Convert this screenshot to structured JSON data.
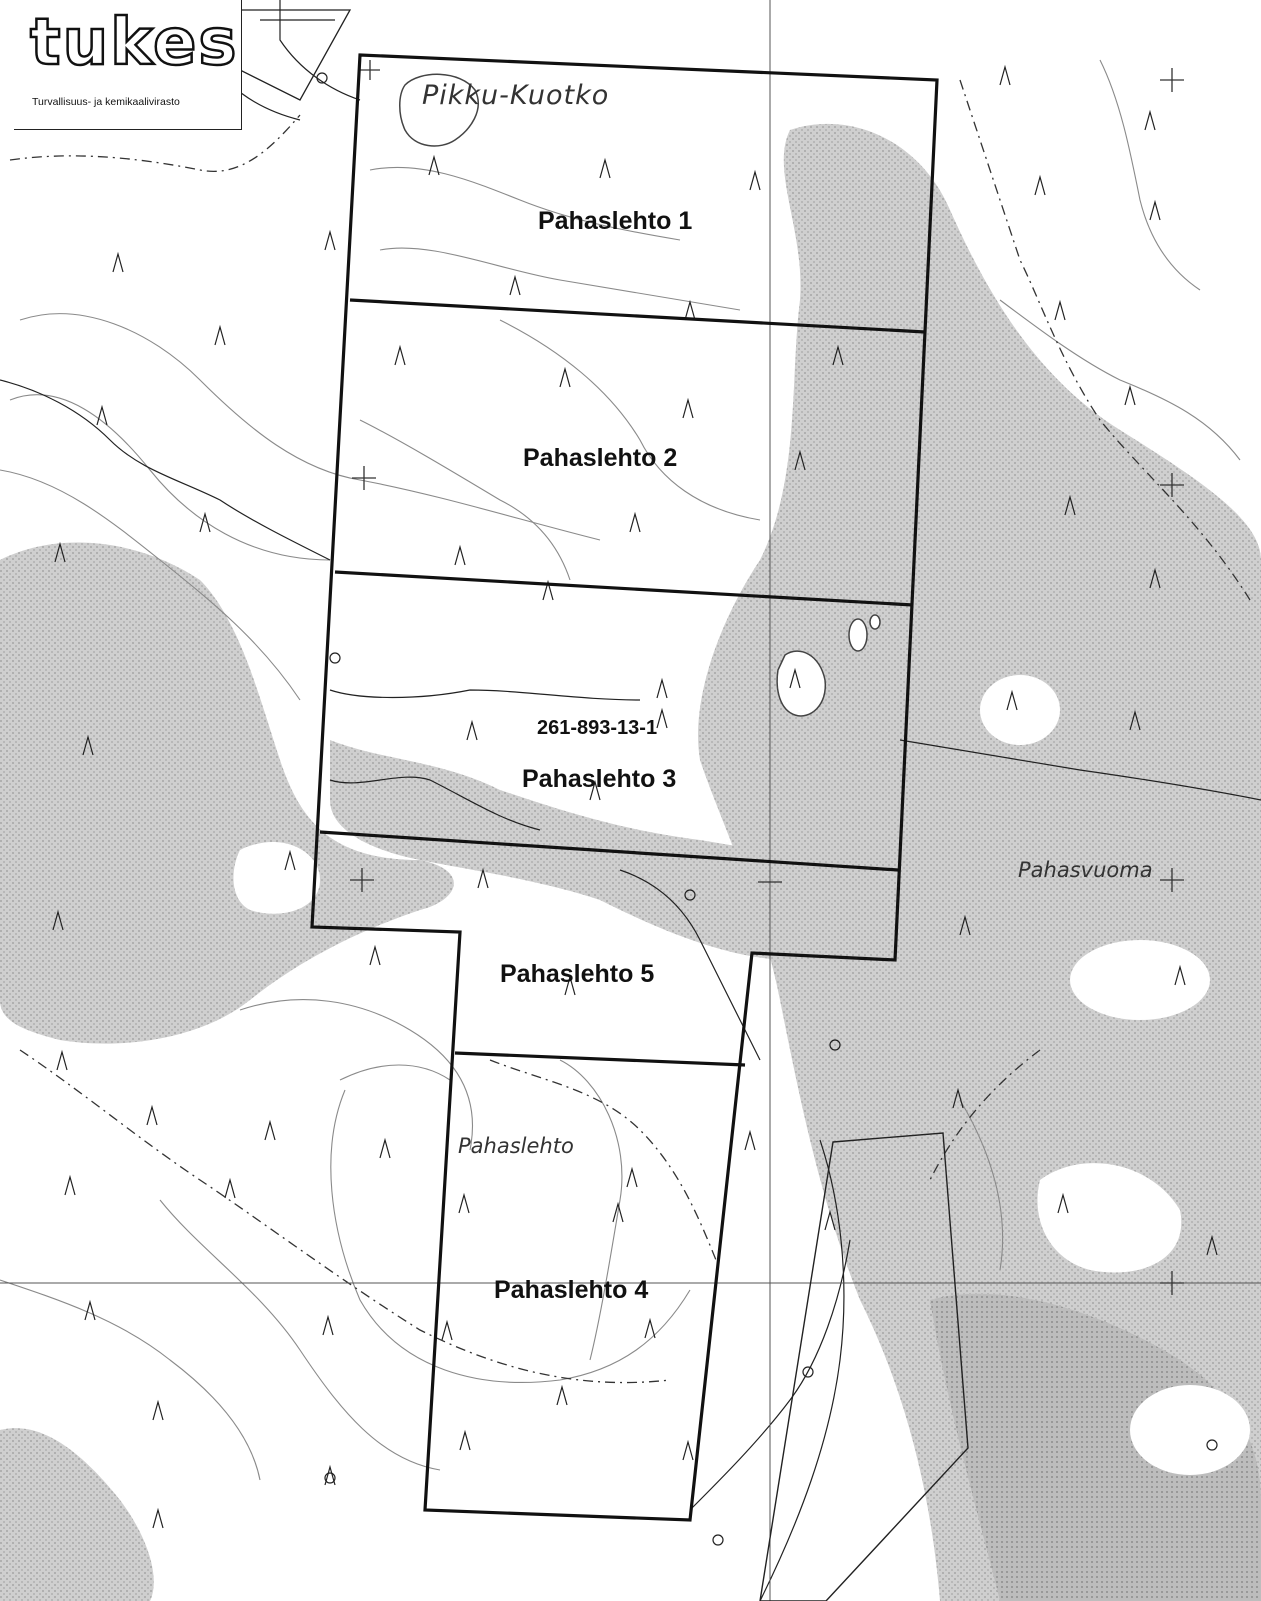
{
  "logo": {
    "word": "tukes",
    "subtitle": "Turvallisuus- ja kemikaalivirasto"
  },
  "areas": [
    {
      "label": "Pahaslehto 1"
    },
    {
      "label": "Pahaslehto 2"
    },
    {
      "label": "Pahaslehto 3"
    },
    {
      "label": "Pahaslehto 5"
    },
    {
      "label": "Pahaslehto 4"
    }
  ],
  "claim_id": "261-893-13-1",
  "place_names": {
    "lake": "Pikku-Kuotko",
    "bog": "Pahasvuoma",
    "grove": "Pahaslehto"
  },
  "colors": {
    "wetland": "#c9c9c9",
    "wetland_dark": "#b5b5b5",
    "boundary": "#111111",
    "contour": "#8a8a8a"
  }
}
